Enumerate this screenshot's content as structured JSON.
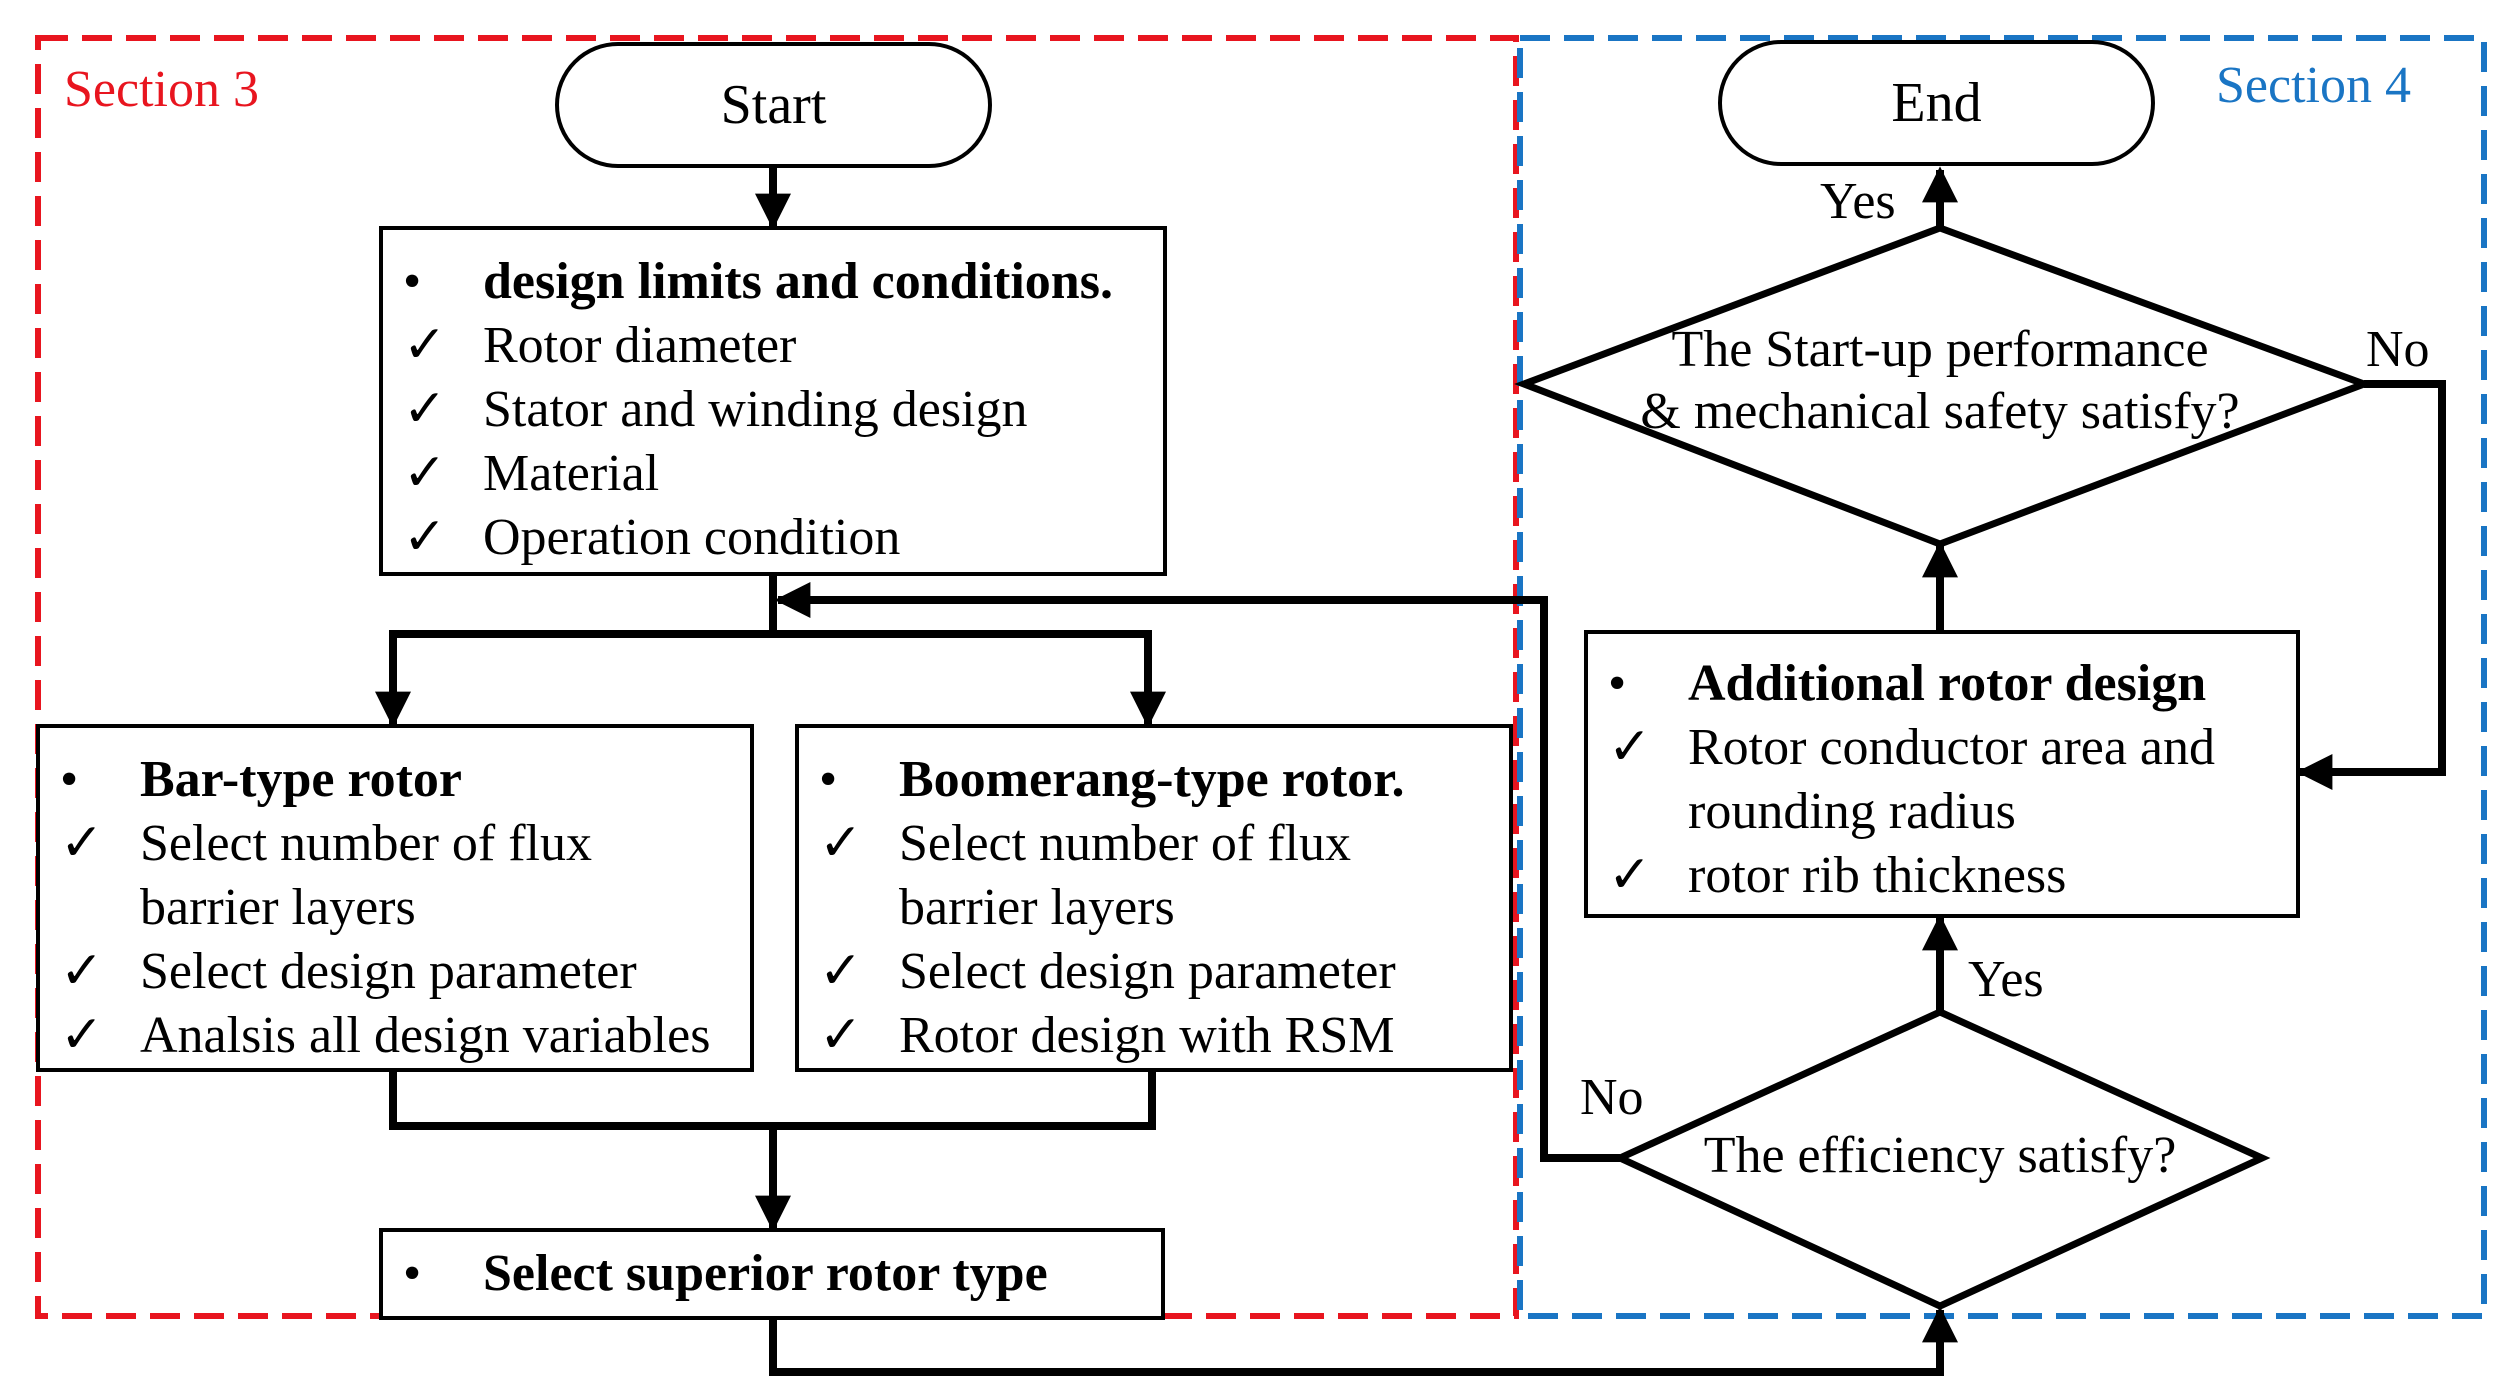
{
  "section3": {
    "label": "Section 3",
    "color": "#e8151f"
  },
  "section4": {
    "label": "Section 4",
    "color": "#1a75c4"
  },
  "start": "Start",
  "end": "End",
  "design_limits": {
    "bullet": "•",
    "check": "✓",
    "title": "design limits and conditions.",
    "items": [
      "Rotor diameter",
      "Stator and winding design",
      "Material",
      "Operation condition"
    ]
  },
  "bar_rotor": {
    "title": "Bar-type rotor",
    "items": [
      "Select number of flux",
      "barrier layers",
      "Select design parameter",
      "Analsis all design variables"
    ]
  },
  "boomerang_rotor": {
    "title": "Boomerang-type rotor.",
    "items": [
      "Select number of flux",
      "barrier layers",
      "Select design parameter",
      "Rotor design with RSM"
    ]
  },
  "select_superior": "Select superior rotor type",
  "additional": {
    "title": "Additional rotor design",
    "items": [
      "Rotor conductor area and",
      "rounding radius",
      "rotor rib thickness"
    ]
  },
  "decision_startup": {
    "line1": "The Start-up performance",
    "line2": "& mechanical safety satisfy?"
  },
  "decision_efficiency": "The efficiency satisfy?",
  "yes": "Yes",
  "no": "No"
}
